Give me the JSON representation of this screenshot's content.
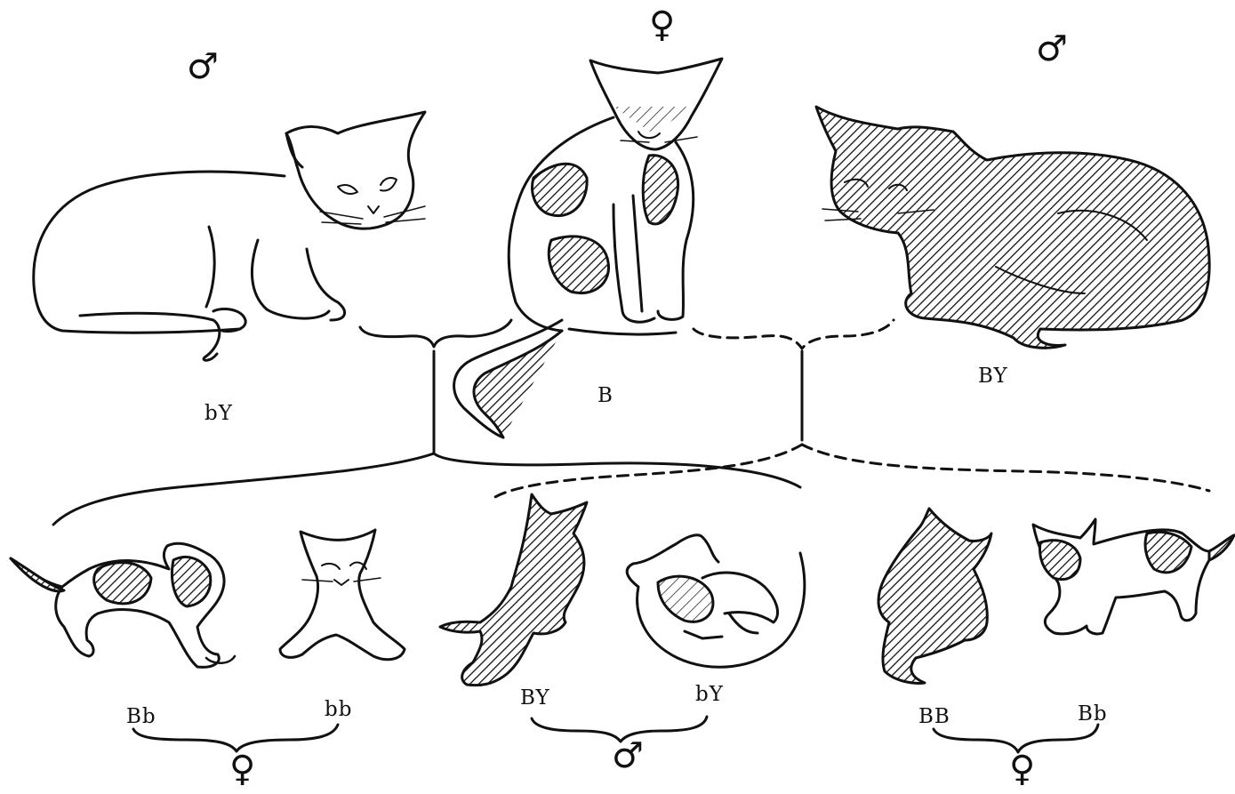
{
  "parents": {
    "left": {
      "sex": "♂",
      "genotype": "bY",
      "fur": "white"
    },
    "center": {
      "sex": "♀",
      "genotype": "B",
      "fur": "patched"
    },
    "right": {
      "sex": "♂",
      "genotype": "BY",
      "fur": "dark"
    }
  },
  "offspring": {
    "group1": {
      "sex": "♀",
      "members": [
        {
          "genotype": "Bb",
          "fur": "patched"
        },
        {
          "genotype": "bb",
          "fur": "white"
        }
      ]
    },
    "group2": {
      "sex": "♂",
      "members": [
        {
          "genotype": "BY",
          "fur": "dark"
        },
        {
          "genotype": "bY",
          "fur": "white"
        }
      ]
    },
    "group3": {
      "sex": "♀",
      "members": [
        {
          "genotype": "BB",
          "fur": "dark"
        },
        {
          "genotype": "Bb",
          "fur": "patched"
        }
      ]
    }
  },
  "colors": {
    "ink": "#111111",
    "paper": "#ffffff"
  }
}
